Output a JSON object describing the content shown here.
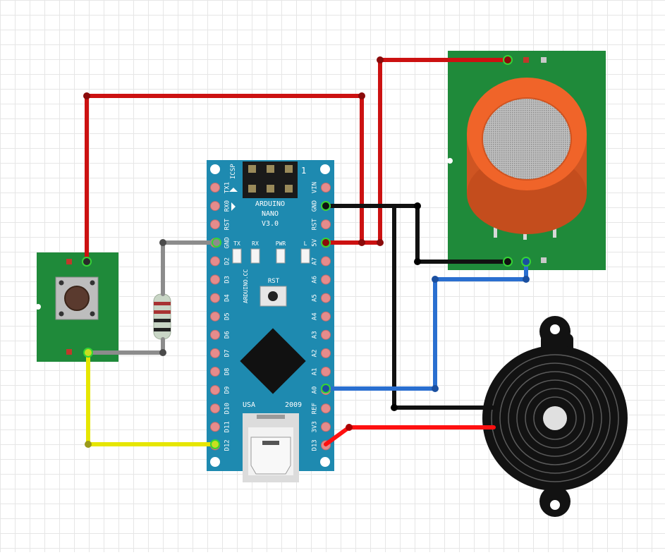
{
  "board": {
    "name_line1": "ARDUINO",
    "name_line2": "NANO",
    "name_line3": "V3.0",
    "icsp": "ICSP",
    "icsp_pin1": "1",
    "led_tx": "TX",
    "led_rx": "RX",
    "led_pwr": "PWR",
    "led_l": "L",
    "rst_button": "RST",
    "website": "ARDUINO.CC",
    "usa": "USA",
    "year": "2009",
    "left_pins": [
      "TX1",
      "RX0",
      "RST",
      "GND",
      "D2",
      "D3",
      "D4",
      "D5",
      "D6",
      "D7",
      "D8",
      "D9",
      "D10",
      "D11",
      "D12"
    ],
    "right_pins": [
      "VIN",
      "GND",
      "RST",
      "5V",
      "A7",
      "A6",
      "A5",
      "A4",
      "A3",
      "A2",
      "A1",
      "A0",
      "REF",
      "3V3",
      "D13"
    ]
  },
  "colors": {
    "board": "#1e8ab0",
    "module_pcb": "#1f8a3a",
    "wire_red": "#cc1111",
    "wire_black": "#111111",
    "wire_blue": "#2a6fd0",
    "wire_yellow": "#e6e600",
    "wire_gray": "#8c8c8c",
    "sensor_cap": "#f06429",
    "buzzer": "#121212"
  },
  "components": {
    "push_button_icon": "tactile-switch",
    "resistor_icon": "resistor",
    "gas_sensor_icon": "mq-gas-sensor",
    "buzzer_icon": "piezo-buzzer"
  }
}
